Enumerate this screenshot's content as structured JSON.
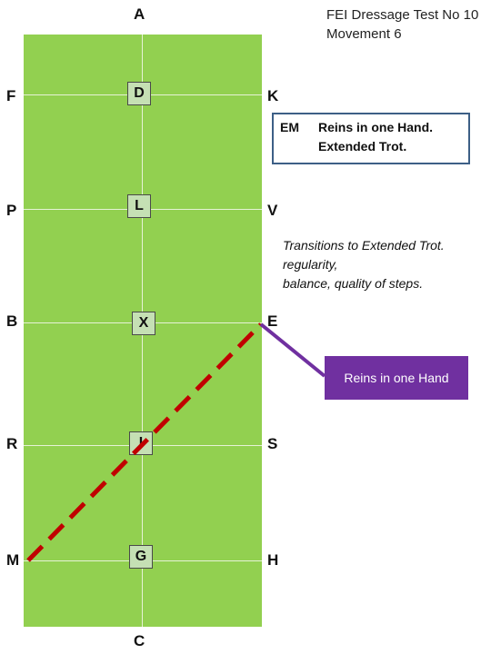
{
  "title": {
    "line1": "FEI Dressage Test No 10",
    "line2": "Movement 6"
  },
  "arena": {
    "top_letter": "A",
    "bottom_letter": "C",
    "left_letters": [
      "F",
      "P",
      "B",
      "R",
      "M"
    ],
    "right_letters": [
      "K",
      "V",
      "E",
      "S",
      "H"
    ],
    "centre_markers": [
      "D",
      "L",
      "X",
      "I",
      "G"
    ]
  },
  "movement_box": {
    "code": "EM",
    "line1": "Reins in one Hand.",
    "line2": "Extended Trot."
  },
  "remarks": {
    "line1": "Transitions to Extended Trot.",
    "line2": "regularity,",
    "line3": "balance, quality of steps."
  },
  "callout": {
    "label": "Reins in one Hand"
  },
  "colors": {
    "arena": "#92d050",
    "path": "#c00000",
    "callout": "#7030a0",
    "box_border": "#3d5f86",
    "marker_fill": "#c5e0b4"
  }
}
